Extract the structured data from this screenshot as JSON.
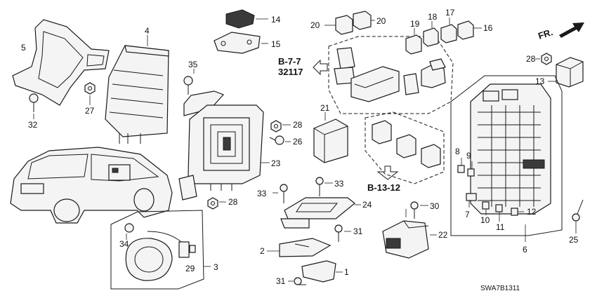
{
  "direction_label": "FR.",
  "diagram_code": "SWA7B1311",
  "references": {
    "ref_b77": "B-7-7",
    "ref_32117": "32117",
    "ref_b1312": "B-13-12"
  },
  "callouts": {
    "c1": "1",
    "c2": "2",
    "c3": "3",
    "c4": "4",
    "c5": "5",
    "c6": "6",
    "c7": "7",
    "c8": "8",
    "c9": "9",
    "c10": "10",
    "c11": "11",
    "c12": "12",
    "c13": "13",
    "c14": "14",
    "c15": "15",
    "c16": "16",
    "c17": "17",
    "c18": "18",
    "c19": "19",
    "c20a": "20",
    "c20b": "20",
    "c21": "21",
    "c22": "22",
    "c23": "23",
    "c24": "24",
    "c25": "25",
    "c26": "26",
    "c27": "27",
    "c28a": "28",
    "c28b": "28",
    "c28c": "28",
    "c29": "29",
    "c30": "30",
    "c31a": "31",
    "c31b": "31",
    "c32": "32",
    "c33a": "33",
    "c33b": "33",
    "c34": "34",
    "c35": "35"
  },
  "icons": [
    "forward-arrow-icon",
    "reference-arrow-icon"
  ]
}
